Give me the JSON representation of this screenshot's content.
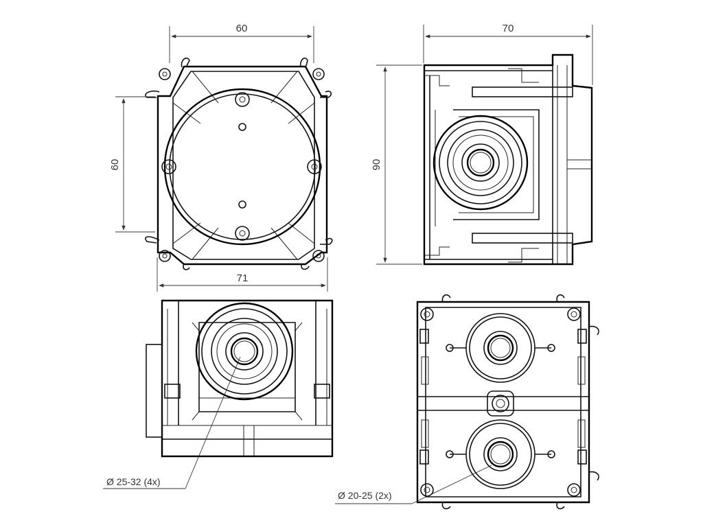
{
  "dimensions": {
    "top_left_width": "60",
    "top_left_height": "60",
    "top_left_bottom_width": "71",
    "top_right_width": "70",
    "top_right_height": "90"
  },
  "callouts": {
    "left": "Ø 25-32 (4x)",
    "right": "Ø 20-25 (2x)"
  },
  "colors": {
    "line": "#000000",
    "background": "#ffffff"
  }
}
